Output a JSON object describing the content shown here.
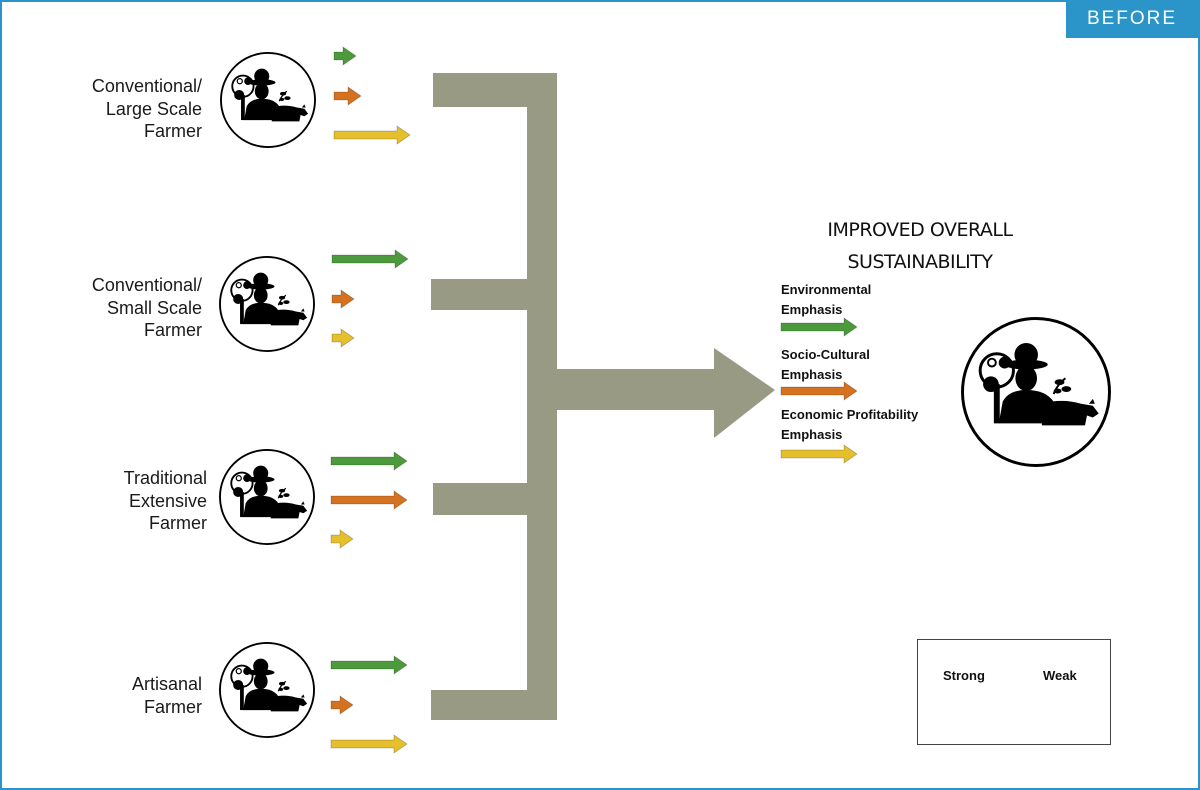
{
  "badge": "BEFORE",
  "farmers": [
    {
      "label": "Conventional/\nLarge Scale\nFarmer",
      "arrows": [
        1,
        2,
        3
      ]
    },
    {
      "label": "Conventional/\nSmall Scale\nFarmer",
      "arrows": [
        3,
        1,
        1
      ]
    },
    {
      "label": "Traditional\nExtensive\nFarmer",
      "arrows": [
        3,
        3,
        1
      ]
    },
    {
      "label": "Artisanal\nFarmer",
      "arrows": [
        3,
        1,
        3
      ]
    }
  ],
  "outcome": {
    "title_line1": "IMPROVED OVERALL",
    "title_line2": "SUSTAINABILITY",
    "emphases": [
      {
        "label_line1": "Environmental",
        "label_line2": "Emphasis"
      },
      {
        "label_line1": "Socio-Cultural",
        "label_line2": "Emphasis"
      },
      {
        "label_line1": "Economic Profitability",
        "label_line2": "Emphasis"
      }
    ]
  },
  "legend": {
    "strong": "Strong",
    "weak": "Weak"
  },
  "colors": {
    "environmental": "#4c9a3b",
    "socio_cultural": "#d5721f",
    "economic": "#e6bf2c",
    "connector": "#999a83",
    "frame": "#2b94c9"
  }
}
